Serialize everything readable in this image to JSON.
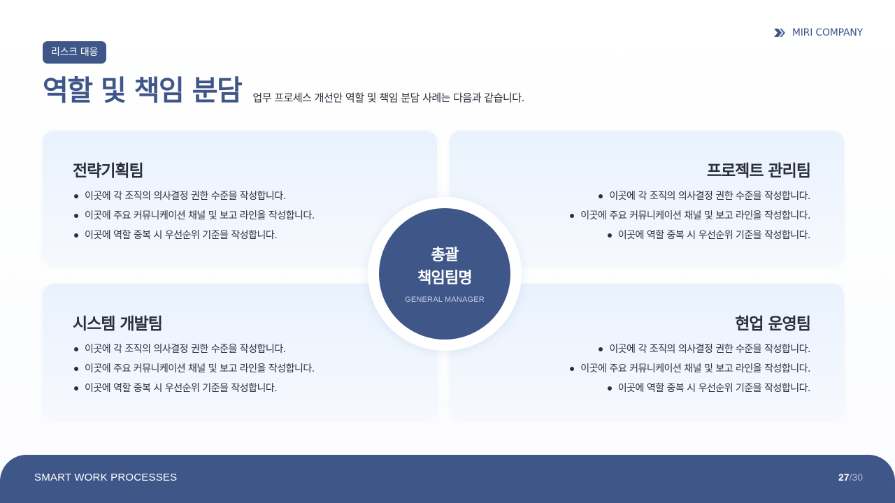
{
  "header": {
    "category_badge": "리스크 대응",
    "brand": {
      "icon": "miri-logo-icon",
      "name": "MIRI COMPANY"
    },
    "title": "역할 및 책임 분담",
    "subtitle": "업무 프로세스 개선안 역할 및 책임 분담 사례는 다음과 같습니다."
  },
  "center": {
    "title_line1": "총괄",
    "title_line2": "책임팀명",
    "subtitle": "GENERAL MANAGER"
  },
  "teams": [
    {
      "position": "top-left",
      "title": "전략기획팀",
      "items": [
        "이곳에 각 조직의 의사결정 권한 수준을 작성합니다.",
        "이곳에 주요 커뮤니케이션 채널 및 보고 라인을 작성합니다.",
        "이곳에 역할 중복 시 우선순위 기준을 작성합니다."
      ]
    },
    {
      "position": "top-right",
      "title": "프로젝트 관리팀",
      "items": [
        "이곳에 각 조직의 의사결정 권한 수준을 작성합니다.",
        "이곳에 주요 커뮤니케이션 채널 및 보고 라인을 작성합니다.",
        "이곳에 역할 중복 시 우선순위 기준을 작성합니다."
      ]
    },
    {
      "position": "bottom-left",
      "title": "시스템 개발팀",
      "items": [
        "이곳에 각 조직의 의사결정 권한 수준을 작성합니다.",
        "이곳에 주요 커뮤니케이션 채널 및 보고 라인을 작성합니다.",
        "이곳에 역할 중복 시 우선순위 기준을 작성합니다."
      ]
    },
    {
      "position": "bottom-right",
      "title": "현업 운영팀",
      "items": [
        "이곳에 각 조직의 의사결정 권한 수준을 작성합니다.",
        "이곳에 주요 커뮤니케이션 채널 및 보고 라인을 작성합니다.",
        "이곳에 역할 중복 시 우선순위 기준을 작성합니다."
      ]
    }
  ],
  "footer": {
    "label": "SMART WORK PROCESSES",
    "page_current": "27",
    "page_separator": "/",
    "page_total": "30"
  },
  "colors": {
    "primary": "#3f5689",
    "card_bg": "#e9f2fd",
    "text": "#2a2f3a",
    "white": "#ffffff"
  }
}
